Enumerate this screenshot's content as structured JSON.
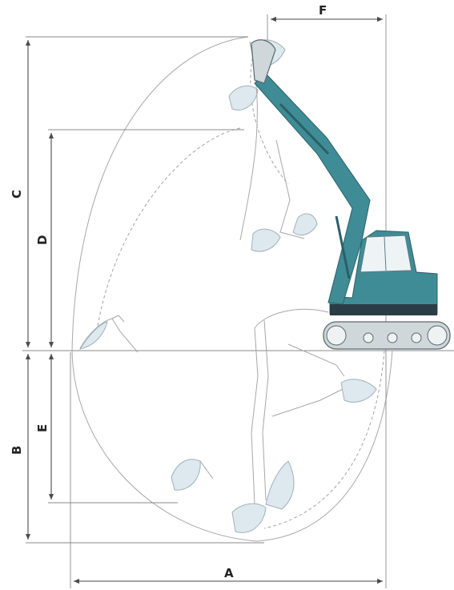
{
  "labels": {
    "a": "A",
    "b": "B",
    "c": "C",
    "d": "D",
    "e": "E",
    "f": "F"
  },
  "colors": {
    "machine_body": "#3f8c96",
    "machine_dark": "#2a3d44",
    "ghost_bucket": "#dde9ee",
    "dimension_line": "#4a4a4a"
  }
}
